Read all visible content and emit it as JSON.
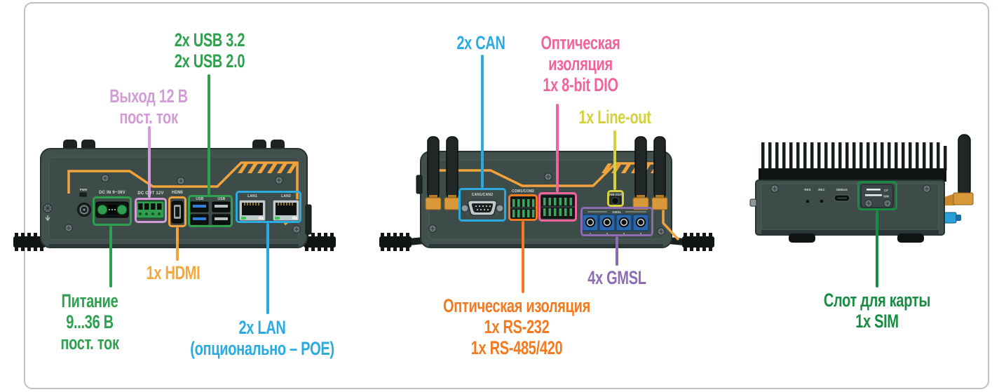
{
  "diagram": {
    "description_labels": {
      "usb": {
        "lines": [
          "2x USB 3.2",
          "2x USB 2.0"
        ],
        "color": "#2fa04e"
      },
      "dc_out_12v": {
        "lines": [
          "Выход 12 В",
          "пост. ток"
        ],
        "color": "#d49cd6"
      },
      "hdmi": {
        "lines": [
          "1x HDMI"
        ],
        "color": "#f5a73b"
      },
      "power_in": {
        "lines": [
          "Питание",
          "9...36 В",
          "пост. ток"
        ],
        "color": "#2fa04e"
      },
      "lan": {
        "lines": [
          "2x LAN",
          "(опционально – POE)"
        ],
        "color": "#29abe2"
      },
      "can": {
        "lines": [
          "2x CAN"
        ],
        "color": "#29abe2"
      },
      "dio": {
        "lines": [
          "Оптическая",
          "изоляция",
          "1x 8-bit DIO"
        ],
        "color": "#f0649e"
      },
      "line_out": {
        "lines": [
          "1x Line-out"
        ],
        "color": "#d4d13c"
      },
      "serial": {
        "lines": [
          "Оптическая изоляция",
          "1x RS-232",
          "1x RS-485/420"
        ],
        "color": "#f4791f"
      },
      "gmsl": {
        "lines": [
          "4x GMSL"
        ],
        "color": "#8d6cb4"
      },
      "sim": {
        "lines": [
          "Слот для карты",
          "1x SIM"
        ],
        "color": "#188c42"
      }
    },
    "port_labels": {
      "pwr": "PWR",
      "dc_in": "DC IN 9~36V",
      "dc_out": "DC OUT 12V",
      "hdmi": "HDMI",
      "usb": "USB",
      "lan1": "LAN1",
      "lan2": "LAN2",
      "can": "CAN1/CAN2",
      "com": "COM1/COM2",
      "line_out": "LINE-OUT",
      "gmsl": "GMSL",
      "gmsl_ports": [
        "1",
        "2",
        "3",
        "4"
      ],
      "res": "RES",
      "rec": "REC",
      "debug": "DEBUG",
      "slot_cf": "CF",
      "slot_sim": "SIM"
    },
    "colors": {
      "chassis": "#42504e",
      "chassis_face": "#3d4b49",
      "accent_orange": "#f2a33c",
      "antenna_base": "#d9993a",
      "frame_border": "#bcc1c1"
    }
  }
}
